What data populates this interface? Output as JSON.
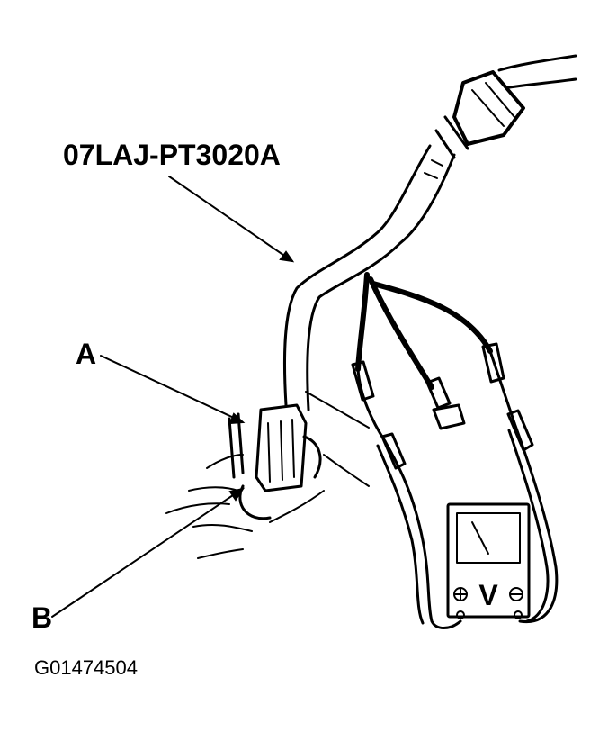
{
  "labels": {
    "tool_part_number": "07LAJ-PT3020A",
    "callout_a": "A",
    "callout_b": "B"
  },
  "meter": {
    "unit_symbol": "V"
  },
  "figure_code": "G01474504"
}
